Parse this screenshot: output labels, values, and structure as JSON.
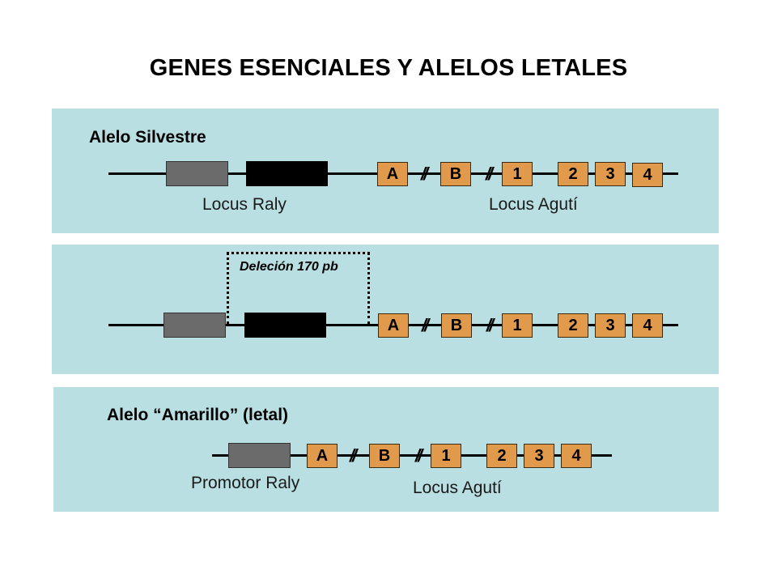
{
  "title": "GENES ESENCIALES Y ALELOS LETALES",
  "panel_wild": {
    "label": "Alelo Silvestre",
    "locus_raly": "Locus Raly",
    "locus_aguti": "Locus Agutí",
    "exons": [
      "A",
      "B",
      "1",
      "2",
      "3",
      "4"
    ]
  },
  "panel_deletion": {
    "deletion_label": "Deleción 170 pb",
    "exons": [
      "A",
      "B",
      "1",
      "2",
      "3",
      "4"
    ]
  },
  "panel_yellow": {
    "label": "Alelo “Amarillo” (letal)",
    "promotor": "Promotor Raly",
    "locus_aguti": "Locus Agutí",
    "exons": [
      "A",
      "B",
      "1",
      "2",
      "3",
      "4"
    ]
  },
  "colors": {
    "panel_bg": "#b9dfe2",
    "exon_fill": "#e19a4c",
    "promoter_fill": "#6b6b6b",
    "coding_fill": "#000000"
  }
}
